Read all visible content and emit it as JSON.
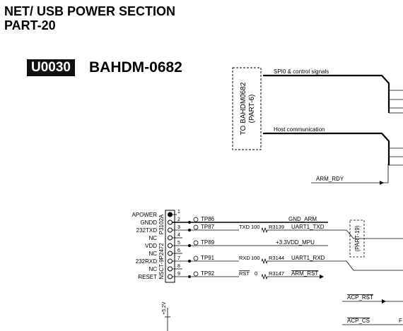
{
  "header": {
    "line1": "NET/ USB POWER SECTION",
    "line2": "PART-20",
    "unit_badge": "U0030",
    "part_name": "BAHDM-0682"
  },
  "ref_box": {
    "line1": "TO BAHDM0682",
    "line2": "(PART-6)"
  },
  "signals": {
    "spi": "SPI0 & control signals",
    "host": "Host communication",
    "arm_rdy": "ARM_RDY",
    "acp_rst": "ACP_RST",
    "acp_cs": "ACP_CS"
  },
  "connector": {
    "ref": "P3102A",
    "part": "NSCT-9P2472",
    "pins": [
      {
        "num": "1",
        "label": "APOWER"
      },
      {
        "num": "2",
        "label": "GNDD"
      },
      {
        "num": "3",
        "label": "232TXD"
      },
      {
        "num": "4",
        "label": "NC"
      },
      {
        "num": "5",
        "label": "VDD"
      },
      {
        "num": "6",
        "label": "NC"
      },
      {
        "num": "7",
        "label": "232RXD"
      },
      {
        "num": "8",
        "label": "NC"
      },
      {
        "num": "9",
        "label": "RESET"
      }
    ]
  },
  "nets": [
    {
      "tp": "TP86",
      "name": "GND_ARM"
    },
    {
      "tp": "TP87",
      "sig": "TXD",
      "r": "100",
      "rref": "R3139",
      "name": "UART1_TXD"
    },
    {
      "tp": "TP89",
      "name": "+3.3VDD_MPU"
    },
    {
      "tp": "TP91",
      "sig": "RXD",
      "r": "100",
      "rref": "R3144",
      "name": "UART1_RXD"
    },
    {
      "tp": "TP92",
      "sig": "RST",
      "r": "0",
      "rref": "R3147",
      "name": "ARM_RST"
    }
  ],
  "part19": "(PART-19)",
  "voltage": "+5.2V"
}
